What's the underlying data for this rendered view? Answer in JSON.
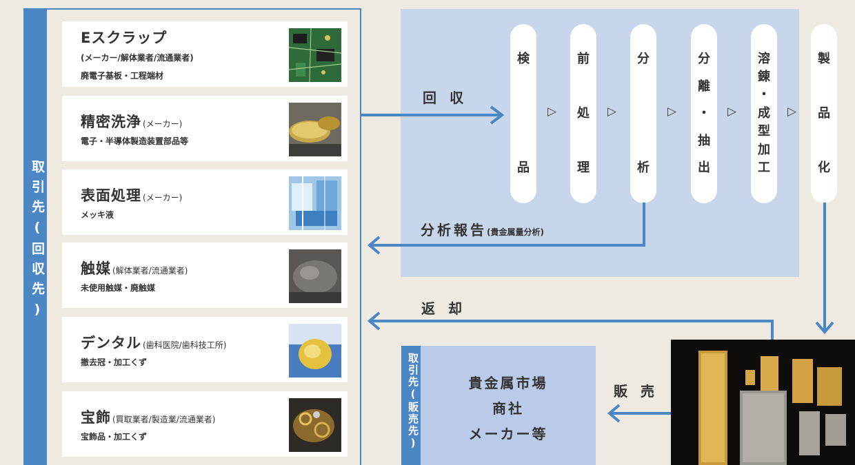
{
  "supplier_band_label": "取引先(回収先)",
  "cards": [
    {
      "title": "Eスクラップ",
      "detail": "",
      "line1": "(メーカー/解体業者/流通業者)",
      "line2": "廃電子基板・工程端材",
      "image": "circuit-board-photo"
    },
    {
      "title": "精密洗浄",
      "detail": "(メーカー)",
      "line1": "",
      "line2": "電子・半導体製造装置部品等",
      "image": "gold-disc-parts-photo"
    },
    {
      "title": "表面処理",
      "detail": "(メーカー)",
      "line1": "",
      "line2": "メッキ液",
      "image": "plating-bath-photo"
    },
    {
      "title": "触媒",
      "detail": "(解体業者/流通業者)",
      "line1": "",
      "line2": "未使用触媒・廃触媒",
      "image": "catalyst-photo"
    },
    {
      "title": "デンタル",
      "detail": "(歯科医院/歯科技工所)",
      "line1": "",
      "line2": "撤去冠・加工くず",
      "image": "dental-crown-photo"
    },
    {
      "title": "宝飾",
      "detail": "(買取業者/製造業/流通業者)",
      "line1": "",
      "line2": "宝飾品・加工くず",
      "image": "jewelry-photo"
    }
  ],
  "collect_label": "回 収",
  "process_steps": [
    {
      "name": "検品",
      "chars": [
        "検",
        "品"
      ]
    },
    {
      "name": "前処理",
      "chars": [
        "前",
        "処",
        "理"
      ]
    },
    {
      "name": "分析",
      "chars": [
        "分",
        "析"
      ]
    },
    {
      "name": "分離・抽出",
      "chars": [
        "分",
        "離",
        "・",
        "抽",
        "出"
      ]
    },
    {
      "name": "溶錬・成型加工",
      "chars": [
        "溶",
        "錬",
        "・",
        "成",
        "型",
        "加",
        "工"
      ]
    },
    {
      "name": "製品化",
      "chars": [
        "製",
        "品",
        "化"
      ]
    }
  ],
  "step_arrow": "▷",
  "report_label": "分析報告",
  "report_detail": "(貴金属量分析)",
  "return_label": "返 却",
  "sales_label": "販 売",
  "market_band_label": "取引先(販売先)",
  "market_lines": [
    "貴金属市場",
    "商社",
    "メーカー等"
  ],
  "product_image": "precious-metal-ingots-photo",
  "colors": {
    "accent_blue": "#4b86c5",
    "process_bg": "#c8d6ec",
    "market_bg": "#b9cbe8",
    "page_bg": "#eeeae1"
  }
}
